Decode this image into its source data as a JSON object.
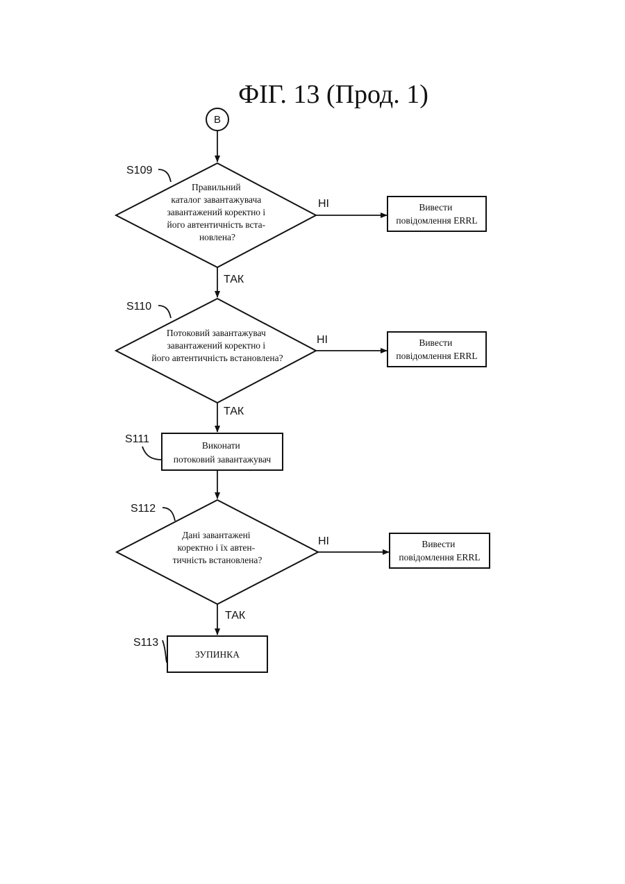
{
  "figure_title": "ФІГ. 13 (Прод. 1)",
  "connector": {
    "label": "B"
  },
  "decisions": [
    {
      "step": "S109",
      "lines": [
        "Правильний",
        "каталог завантажувача",
        "завантажений коректно і",
        "його автентичність вста-",
        "новлена?"
      ],
      "no_label": "НІ",
      "yes_label": "ТАК"
    },
    {
      "step": "S110",
      "lines": [
        "Потоковий завантажувач",
        "завантажений коректно і",
        "його автентичність встановлена?"
      ],
      "no_label": "НІ",
      "yes_label": "ТАК"
    },
    {
      "step": "S112",
      "lines": [
        "Дані завантажені",
        "коректно і їх автен-",
        "тичність встановлена?"
      ],
      "no_label": "НІ",
      "yes_label": "ТАК"
    }
  ],
  "error_boxes": [
    {
      "lines": [
        "Вивести",
        "повідомлення ERRL"
      ]
    },
    {
      "lines": [
        "Вивести",
        "повідомлення ERRL"
      ]
    },
    {
      "lines": [
        "Вивести",
        "повідомлення ERRL"
      ]
    }
  ],
  "processes": [
    {
      "step": "S111",
      "lines": [
        "Виконати",
        "потоковий завантажувач"
      ]
    },
    {
      "step": "S113",
      "lines": [
        "ЗУПИНКА"
      ]
    }
  ]
}
